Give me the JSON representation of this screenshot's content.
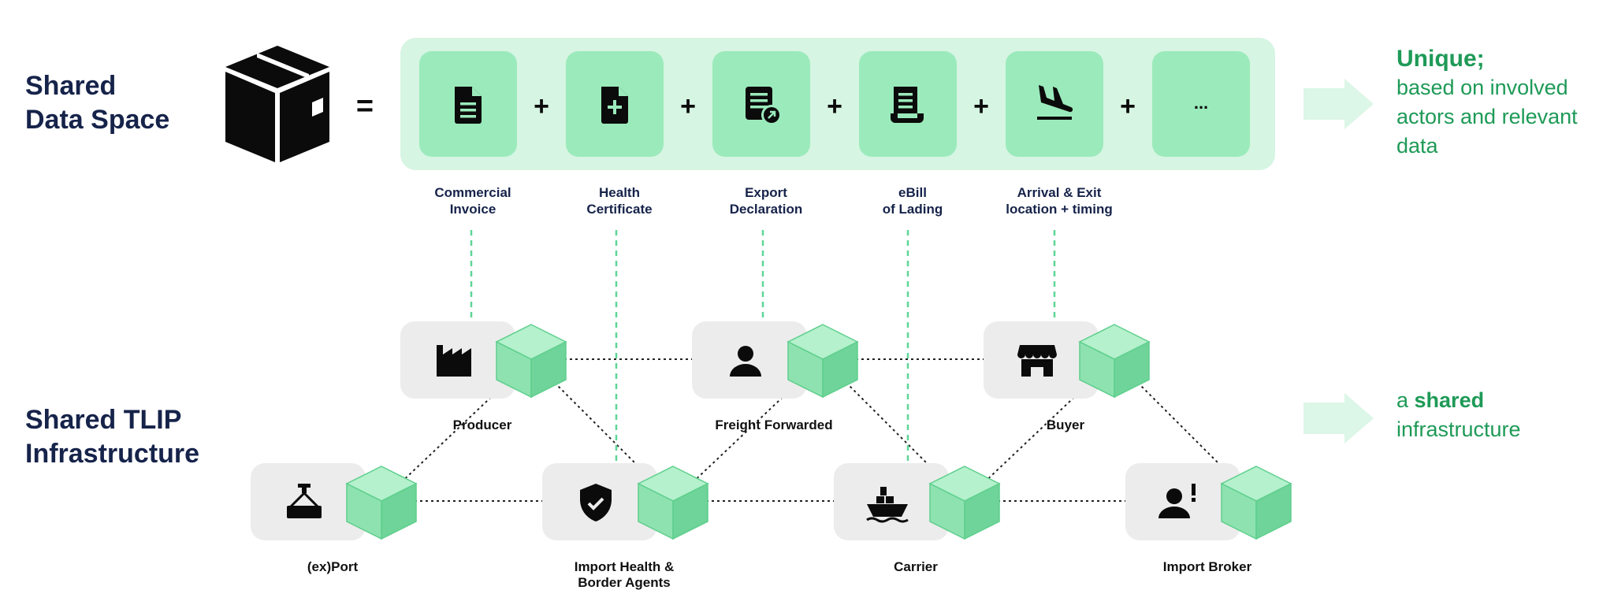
{
  "headings": {
    "data_space": [
      "Shared",
      "Data Space"
    ],
    "infrastructure": [
      "Shared TLIP",
      "Infrastructure"
    ]
  },
  "equals_sign": "=",
  "plus_sign": "+",
  "document_tiles": [
    {
      "icon": "file-text-icon",
      "label": [
        "Commercial",
        "Invoice"
      ]
    },
    {
      "icon": "file-plus-icon",
      "label": [
        "Health",
        "Certificate"
      ]
    },
    {
      "icon": "export-declaration-icon",
      "label": [
        "Export",
        "Declaration"
      ]
    },
    {
      "icon": "receipt-icon",
      "label": [
        "eBill",
        "of Lading"
      ]
    },
    {
      "icon": "plane-landing-icon",
      "label": [
        "Arrival & Exit",
        "location + timing"
      ]
    },
    {
      "icon": "ellipsis-icon",
      "text": "...",
      "label": []
    }
  ],
  "unique_note": {
    "title": "Unique;",
    "lines": [
      "based on involved",
      "actors and relevant",
      "data"
    ]
  },
  "shared_note": {
    "prefix": "a ",
    "bold": "shared",
    "line2": "infrastructure"
  },
  "actors": [
    {
      "id": "producer",
      "icon": "factory-icon",
      "label": [
        "Producer"
      ]
    },
    {
      "id": "freight",
      "icon": "person-icon",
      "label": [
        "Freight Forwarded"
      ]
    },
    {
      "id": "buyer",
      "icon": "store-icon",
      "label": [
        "Buyer"
      ]
    },
    {
      "id": "port",
      "icon": "crane-hook-icon",
      "label": [
        "(ex)Port"
      ]
    },
    {
      "id": "health",
      "icon": "shield-check-icon",
      "label": [
        "Import Health &",
        "Border Agents"
      ]
    },
    {
      "id": "carrier",
      "icon": "ship-icon",
      "label": [
        "Carrier"
      ]
    },
    {
      "id": "broker",
      "icon": "person-alert-icon",
      "label": [
        "Import Broker"
      ]
    }
  ],
  "colors": {
    "navy": "#16234a",
    "green_text": "#1e9a57",
    "tile_green": "#9beabb",
    "panel_green": "#d6f5e3",
    "arrow_green": "#dcf6e7",
    "actor_grey": "#ececec",
    "cube_top": "#b4f1cc",
    "cube_left": "#8ee2b0",
    "cube_right": "#6fd499",
    "dashed_green": "#5fd697"
  }
}
